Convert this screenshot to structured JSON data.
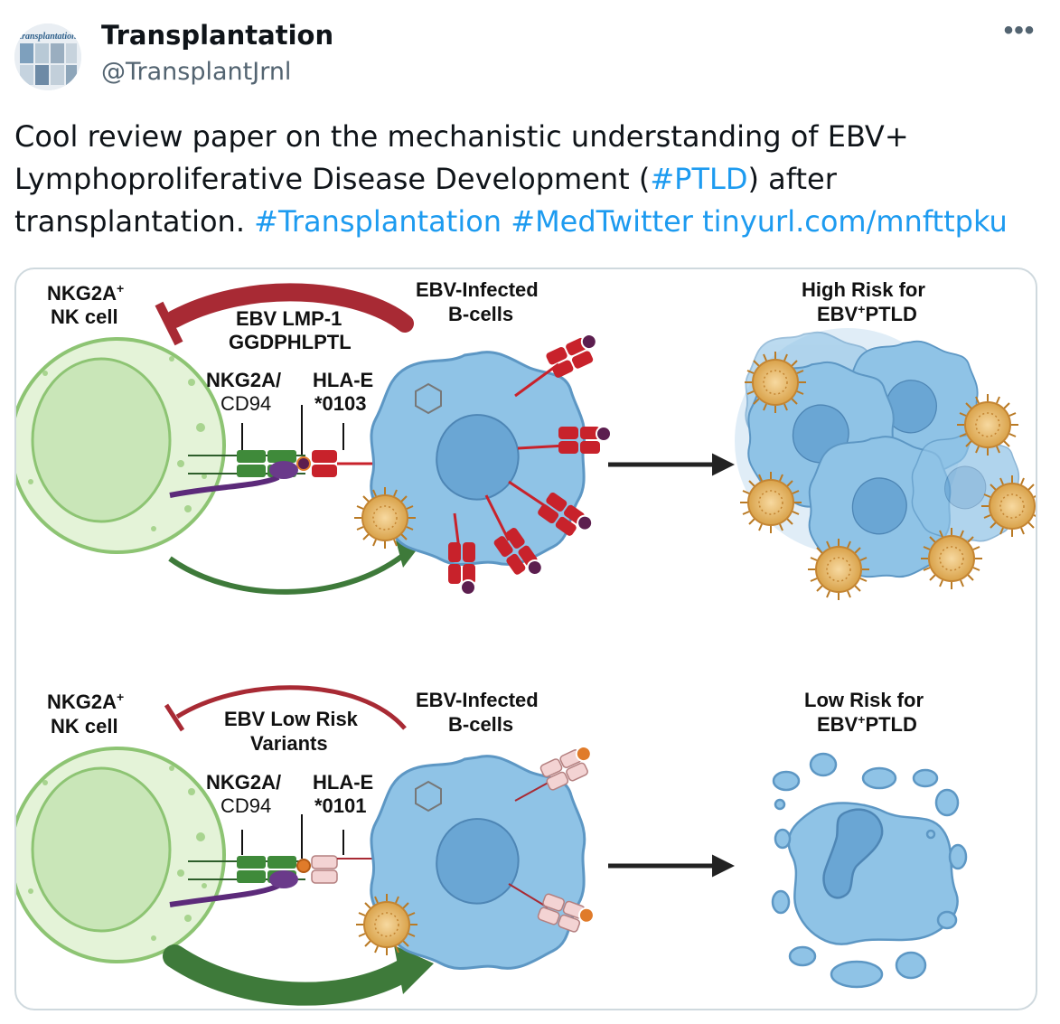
{
  "tweet": {
    "display_name": "Transplantation",
    "handle": "@TransplantJrnl",
    "avatar_text": "transplantation",
    "more_label": "•••",
    "text_line1": "Cool review paper on the mechanistic understanding of EBV+",
    "text_line2a": "Lymphoproliferative Disease Development (",
    "hashtag_ptld": "#PTLD",
    "text_line2b": ") after",
    "text_line3a": "transplantation. ",
    "hashtag_transplantation": "#Transplantation",
    "hashtag_medtwitter": "#MedTwitter",
    "link": "tinyurl.com/mnfttpku"
  },
  "figure": {
    "top": {
      "nk_line1": "NKG2A",
      "nk_sup": "+",
      "nk_line2": "NK cell",
      "ebv_line1": "EBV LMP-1",
      "ebv_line2": "GGDPHLPTL",
      "nkg2a_line1": "NKG2A/",
      "nkg2a_line2": "CD94",
      "hla_line1": "HLA-E",
      "hla_line2": "*0103",
      "bcells_line1": "EBV-Infected",
      "bcells_line2": "B-cells",
      "risk_line1": "High Risk for",
      "risk_line2_pre": "EBV",
      "risk_line2_sup": "+",
      "risk_line2_post": "PTLD"
    },
    "bottom": {
      "nk_line1": "NKG2A",
      "nk_sup": "+",
      "nk_line2": "NK cell",
      "ebv_line1": "EBV Low Risk",
      "ebv_line2": "Variants",
      "nkg2a_line1": "NKG2A/",
      "nkg2a_line2": "CD94",
      "hla_line1": "HLA-E",
      "hla_line2": "*0101",
      "bcells_line1": "EBV-Infected",
      "bcells_line2": "B-cells",
      "risk_line1": "Low Risk for",
      "risk_line2_pre": "EBV",
      "risk_line2_sup": "+",
      "risk_line2_post": "PTLD"
    },
    "colors": {
      "nk_cell": "#c9e6b8",
      "b_cell": "#8fc3e6",
      "receptor_green": "#3f8a3a",
      "hla_red": "#c8222b",
      "hla_pale": "#f3d3d3",
      "arrow_red": "#a82a34",
      "arrow_green": "#3e7a3a",
      "virus": "#d9a24a"
    }
  }
}
